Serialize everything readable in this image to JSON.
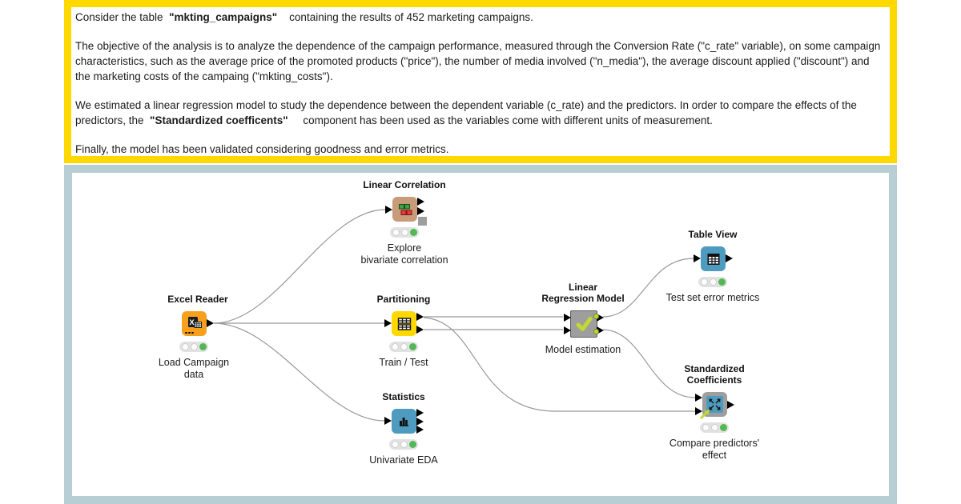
{
  "annotation": {
    "p1": {
      "pre": "Consider the table  ",
      "bold": "\"mkting_campaigns\"",
      "post": "    containing the results of 452 marketing campaigns."
    },
    "p2": "The objective of the analysis is to analyze the dependence of the campaign performance, measured through the Conversion Rate (\"c_rate\" variable), on some campaign characteristics, such as the average price of the promoted products (\"price\"), the number of media involved (\"n_media\"), the average discount applied (\"discount\") and the marketing costs of the campaing (\"mkting_costs\").",
    "p3": {
      "pre": "We estimated a linear regression model to study the dependence between the dependent variable (c_rate) and the predictors. In order to compare the effects of the predictors, the  ",
      "bold": "\"Standardized coefficents\"",
      "post": "     component has been used as the variables come with different units of measurement."
    },
    "p4": "Finally, the model has been validated considering goodness and error metrics."
  },
  "workflow": {
    "nodes": {
      "excel_reader": {
        "title": "Excel Reader",
        "caption": "Load Campaign\ndata"
      },
      "linear_correlation": {
        "title": "Linear Correlation",
        "caption": "Explore\nbivariate correlation"
      },
      "partitioning": {
        "title": "Partitioning",
        "caption": "Train / Test"
      },
      "statistics": {
        "title": "Statistics",
        "caption": "Univariate EDA"
      },
      "linear_regression_model": {
        "title": "Linear\nRegression Model",
        "caption": "Model estimation"
      },
      "table_view": {
        "title": "Table View",
        "caption": "Test set error metrics"
      },
      "standardized_coefficients": {
        "title": "Standardized\nCoefficients",
        "caption": "Compare predictors'\neffect"
      }
    }
  },
  "colors": {
    "annotation_border": "#FFD800",
    "canvas_border": "#B7CED4",
    "excel_orange": "#F7A01E",
    "partitioning_yellow": "#FFD800",
    "statistics_blue": "#4E9BBF",
    "correlation_tan": "#C89B7B",
    "component_gray": "#9E9E9E",
    "lime_accent": "#C3D831",
    "traffic_green": "#53B853",
    "wire_gray": "#999999"
  }
}
